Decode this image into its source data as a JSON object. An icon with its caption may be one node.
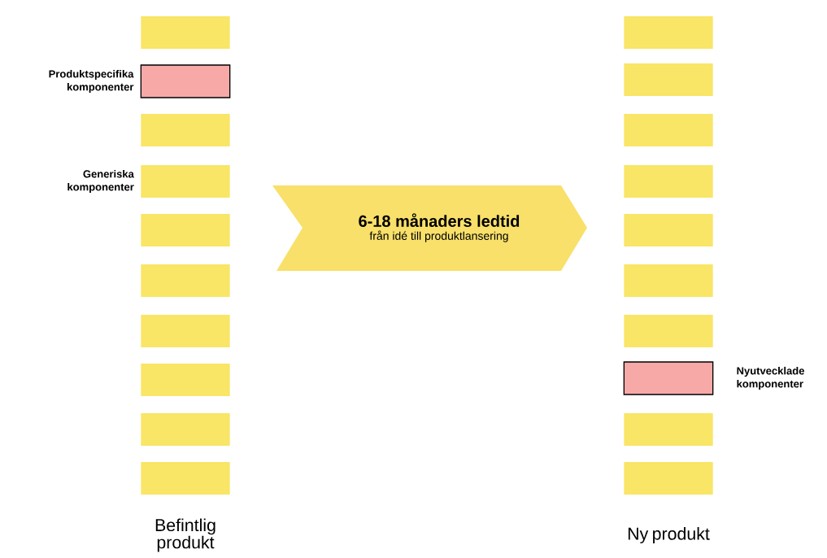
{
  "diagram": {
    "nodes": [
      {
        "text": [],
        "shape": "bar"
      },
      {
        "text": [],
        "shape": "box",
        "beside": [
          "Produktspecifika komponenter"
        ]
      },
      {
        "text": [],
        "shape": "bar"
      },
      {
        "text": [],
        "shape": "bar",
        "beside": [
          "Generiska komponenter"
        ]
      },
      {
        "text": [],
        "shape": "bar"
      },
      {
        "text": [],
        "shape": "bar"
      },
      {
        "text": [],
        "shape": "bar"
      },
      {
        "text": [],
        "shape": "bar"
      },
      {
        "text": [],
        "shape": "bar"
      },
      {
        "text": [],
        "shape": "bar"
      },
      {
        "text": [
          "6-18 månaders ledtid",
          "från idé till produktlansering"
        ]
      },
      {
        "text": [],
        "shape": "bar"
      },
      {
        "text": [],
        "shape": "bar"
      },
      {
        "text": [],
        "shape": "bar"
      },
      {
        "text": [],
        "shape": "bar"
      },
      {
        "text": [],
        "shape": "bar"
      },
      {
        "text": [],
        "shape": "bar"
      },
      {
        "text": [],
        "shape": "bar"
      },
      {
        "text": [],
        "shape": "box",
        "beside": [
          "Nyutvecklade komponenter"
        ]
      },
      {
        "text": [],
        "shape": "bar"
      },
      {
        "text": [],
        "shape": "bar"
      }
    ],
    "labels": [
      "Befintlig produkt",
      "Ny produkt"
    ]
  }
}
